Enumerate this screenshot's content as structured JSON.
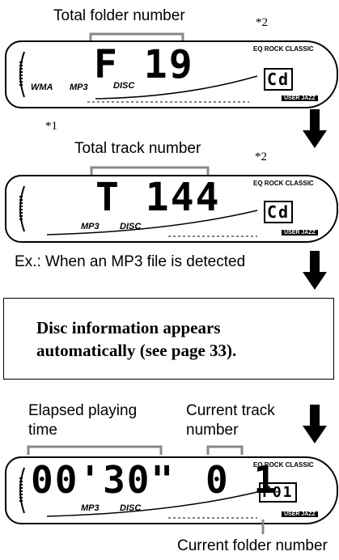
{
  "panel1": {
    "title": "Total folder number",
    "display": "F 19",
    "note_ref": "*2",
    "badge_wma": "WMA",
    "badge_mp3": "MP3",
    "disc_label": "DISC",
    "mode": "Cd",
    "footnote": "*1"
  },
  "panel2": {
    "title": "Total track number",
    "display": "T 144",
    "note_ref": "*2",
    "mp3_label": "MP3",
    "disc_label": "DISC",
    "mode": "Cd",
    "caption": "Ex.: When an MP3 file is detected"
  },
  "infobox": {
    "line1": "Disc information appears",
    "line2": "automatically (see page 33)."
  },
  "panel3": {
    "label_elapsed_1": "Elapsed playing",
    "label_elapsed_2": "time",
    "label_track_1": "Current track",
    "label_track_2": "number",
    "time_display": "00'30\"",
    "track_display": "0 1",
    "folder_display": "F01",
    "mp3_label": "MP3",
    "disc_label": "DISC",
    "bottom_label": "Current folder number"
  },
  "eq_labels": {
    "eq": "EQ",
    "rock": "ROCK",
    "classic": "CLASSIC",
    "user": "USER",
    "jazz": "JAZZ"
  }
}
